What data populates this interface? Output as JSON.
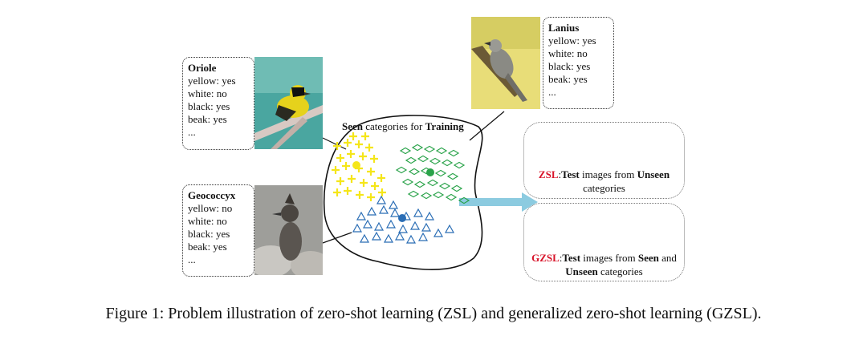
{
  "birds": {
    "oriole": {
      "name": "Oriole",
      "attrs": [
        "yellow: yes",
        "white: no",
        "black: yes",
        "beak: yes",
        "..."
      ]
    },
    "geococcyx": {
      "name": "Geococcyx",
      "attrs": [
        "yellow: no",
        "white: no",
        "black: yes",
        "beak: yes",
        "..."
      ]
    },
    "lanius": {
      "name": "Lanius",
      "attrs": [
        "yellow: yes",
        "white: no",
        "black: yes",
        "beak: yes",
        "..."
      ]
    }
  },
  "seen_title": {
    "bold1": "Seen",
    "mid": " categories for ",
    "bold2": "Training"
  },
  "zsl": {
    "label": "ZSL",
    "colon": ":",
    "bold": "Test",
    "rest1": " images from ",
    "bold2": "Unseen",
    "line2": "categories"
  },
  "gzsl": {
    "label": "GZSL",
    "colon": ":",
    "bold": "Test",
    "rest1": " images from ",
    "bold2": "Seen",
    "rest2": " and",
    "bold3": "Unseen",
    "rest3": " categories"
  },
  "caption": "Figure 1: Problem illustration of zero-shot learning (ZSL) and generalized zero-shot learning (GZSL).",
  "colors": {
    "yellow": "#f5e61a",
    "green": "#2aa34a",
    "blue": "#2a6db5",
    "red": "#d8142a",
    "purple": "#8a3a9a",
    "olive": "#b89a30",
    "arrow": "#8ccbe0"
  }
}
